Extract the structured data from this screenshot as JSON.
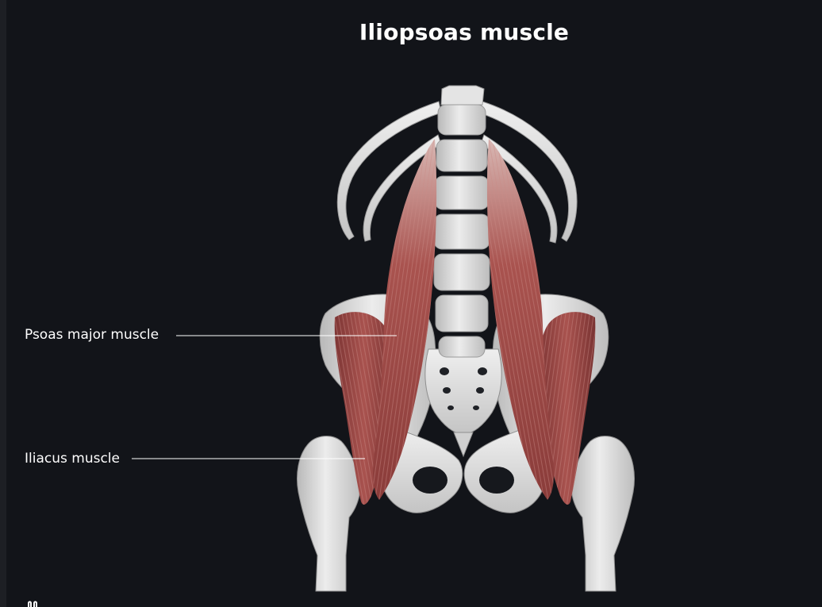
{
  "title": "Iliopsoas muscle",
  "labels": {
    "psoas_major": "Psoas major muscle",
    "iliacus": "Iliacus muscle"
  },
  "colors": {
    "background": "#121419",
    "bone": "#dcdcdc",
    "bone_shadow": "#a9a9a9",
    "muscle": "#9b4a48",
    "muscle_light": "#c7908c",
    "leader_line": "#ffffff"
  }
}
